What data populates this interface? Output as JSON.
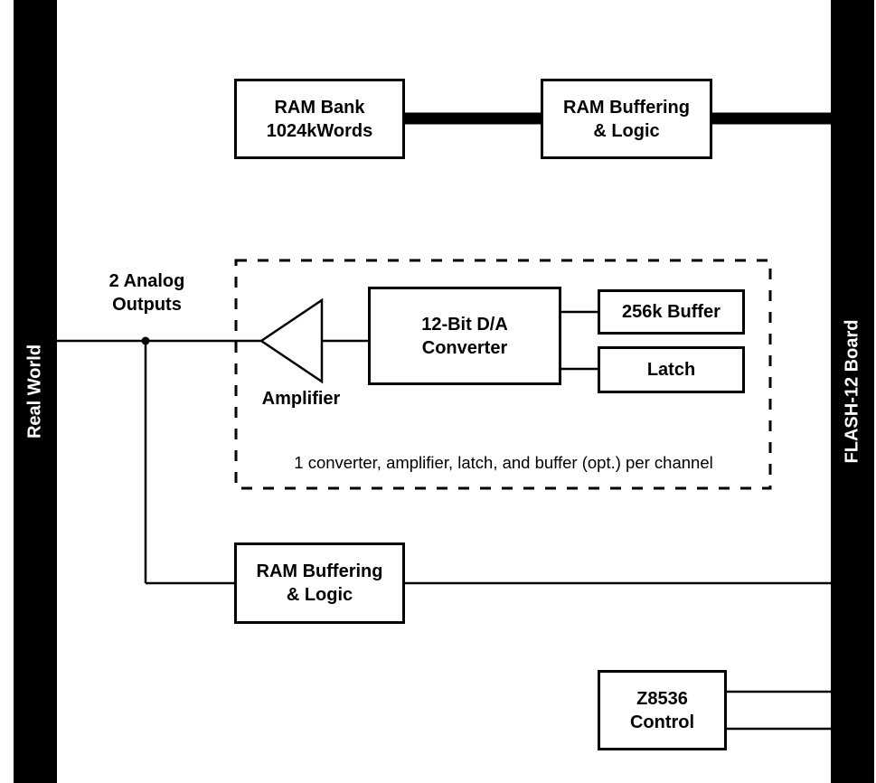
{
  "bars": {
    "left_label": "Real World",
    "right_label": "FLASH-12 Board"
  },
  "blocks": {
    "ram_bank": {
      "line1": "RAM Bank",
      "line2": "1024kWords"
    },
    "ram_buffering_top": {
      "line1": "RAM Buffering",
      "line2": "& Logic"
    },
    "dac": {
      "line1": "12-Bit D/A",
      "line2": "Converter"
    },
    "buffer": {
      "label": "256k Buffer"
    },
    "latch": {
      "label": "Latch"
    },
    "ram_buffering_bottom": {
      "line1": "RAM Buffering",
      "line2": "& Logic"
    },
    "z8536": {
      "line1": "Z8536",
      "line2": "Control"
    }
  },
  "labels": {
    "analog_outputs_line1": "2 Analog",
    "analog_outputs_line2": "Outputs",
    "amplifier": "Amplifier",
    "channel_note": "1 converter, amplifier, latch, and buffer (opt.) per channel"
  }
}
